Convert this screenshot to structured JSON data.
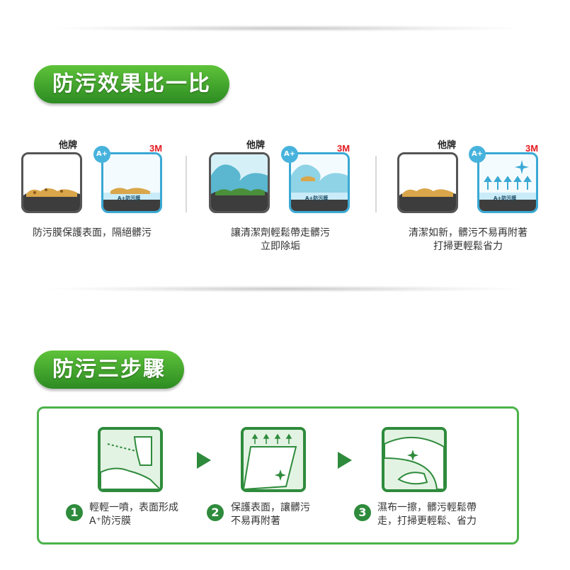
{
  "section1": {
    "title": "防污效果比一比",
    "panels": [
      {
        "brand": "他牌",
        "brand_3m": "3M",
        "badge": "A+",
        "film_label": "A+防污膜",
        "caption": [
          "防污膜保護表面，隔絕髒污"
        ]
      },
      {
        "brand": "他牌",
        "brand_3m": "3M",
        "badge": "A+",
        "film_label": "A+防污膜",
        "caption": [
          "讓清潔劑輕鬆帶走髒污",
          "立即除垢"
        ]
      },
      {
        "brand": "他牌",
        "brand_3m": "3M",
        "badge": "A+",
        "film_label": "A+防污膜",
        "caption": [
          "清潔如新，髒污不易再附著",
          "打掃更輕鬆省力"
        ]
      }
    ]
  },
  "section2": {
    "title": "防污三步驟",
    "steps": [
      {
        "num": "1",
        "text": [
          "輕輕一噴，表面形成",
          "A⁺防污膜"
        ]
      },
      {
        "num": "2",
        "text": [
          "保護表面，讓髒污",
          "不易再附著"
        ]
      },
      {
        "num": "3",
        "text": [
          "濕布一擦，髒污輕鬆帶",
          "走，打掃更輕鬆、省力"
        ]
      }
    ]
  },
  "colors": {
    "green": "#2e8b3c",
    "blue": "#3aa9d4",
    "red": "#e3181f"
  }
}
